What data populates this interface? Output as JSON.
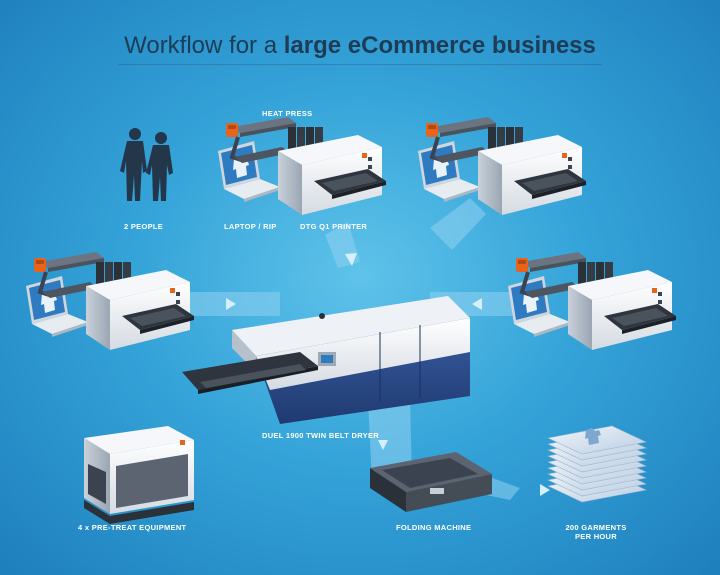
{
  "title": {
    "prefix": "Workflow for a ",
    "emphasis": "large eCommerce business"
  },
  "labels": {
    "heat_press": "HEAT PRESS",
    "two_people": "2 PEOPLE",
    "laptop_rip": "LAPTOP / RIP",
    "dtg_printer": "DTG Q1 PRINTER",
    "dryer": "DUEL 1900 TWIN BELT DRYER",
    "pretreat": "4 x PRE-TREAT EQUIPMENT",
    "folding": "FOLDING MACHINE",
    "garments_line1": "200 GARMENTS",
    "garments_line2": "PER HOUR"
  },
  "colors": {
    "background": "#34a3d8",
    "flow": "#8fd2f1",
    "machine_blue": "#2b4a8a",
    "accent_orange": "#e8631c"
  }
}
